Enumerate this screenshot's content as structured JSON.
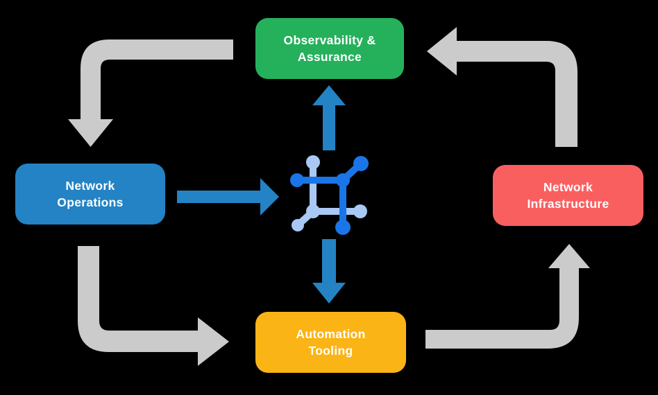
{
  "diagram": {
    "type": "cycle-diagram",
    "background_color": "#000000",
    "nodes": [
      {
        "id": "observability-assurance",
        "lines": [
          "Observability &",
          "Assurance"
        ],
        "color": "#25b05c",
        "text_color": "#ffffff",
        "position": "top"
      },
      {
        "id": "network-operations",
        "lines": [
          "Network",
          "Operations"
        ],
        "color": "#2383c4",
        "text_color": "#ffffff",
        "position": "left"
      },
      {
        "id": "network-infrastructure",
        "lines": [
          "Network",
          "Infrastructure"
        ],
        "color": "#fa5f5f",
        "text_color": "#ffffff",
        "position": "right"
      },
      {
        "id": "automation-tooling",
        "lines": [
          "Automation",
          "Tooling"
        ],
        "color": "#fbb415",
        "text_color": "#ffffff",
        "position": "bottom"
      }
    ],
    "center_icon": {
      "name": "network-mesh-icon",
      "primary_color": "#1a75e8",
      "secondary_color": "#a9c8f4"
    },
    "cycle_arrows": {
      "color": "#cbcbcb",
      "flows": [
        {
          "from": "observability-assurance",
          "to": "network-operations"
        },
        {
          "from": "network-operations",
          "to": "automation-tooling"
        },
        {
          "from": "automation-tooling",
          "to": "network-infrastructure"
        },
        {
          "from": "network-infrastructure",
          "to": "observability-assurance"
        }
      ]
    },
    "center_arrows": {
      "color": "#2383c4",
      "flows": [
        {
          "from": "network-operations",
          "to": "center-icon"
        },
        {
          "from": "center-icon",
          "to": "observability-assurance"
        },
        {
          "from": "center-icon",
          "to": "automation-tooling"
        }
      ]
    }
  }
}
